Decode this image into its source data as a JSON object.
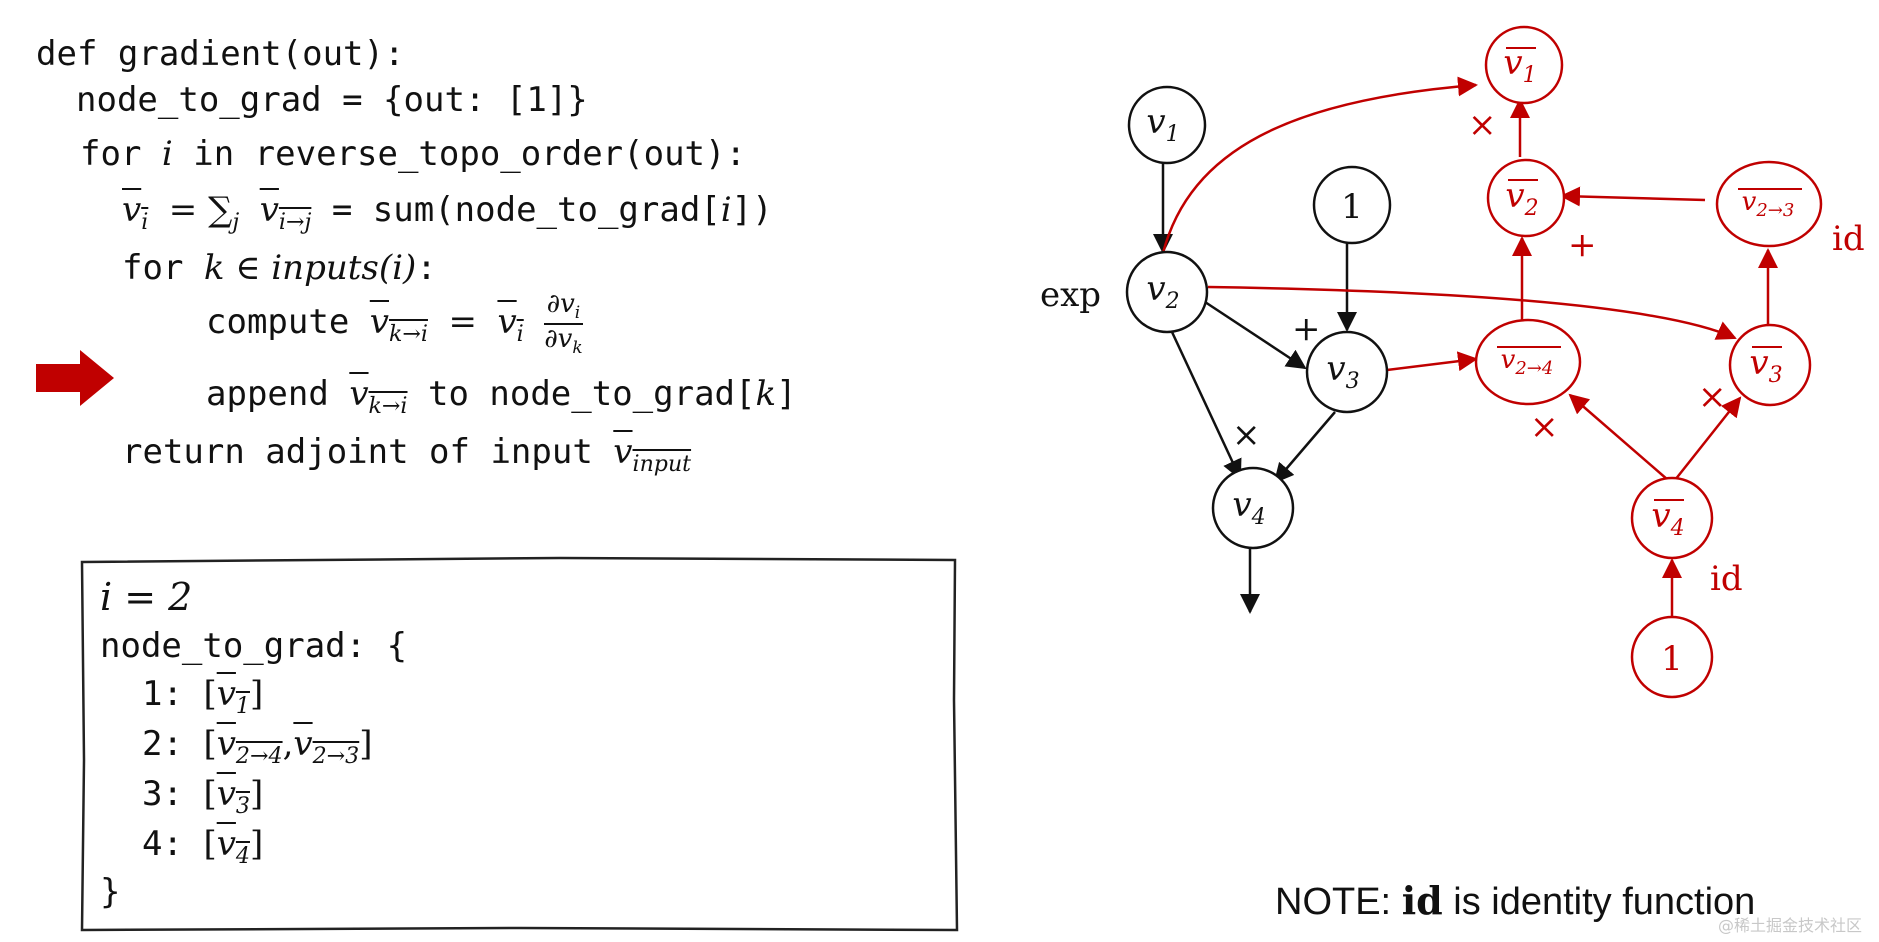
{
  "code": {
    "line1": "def gradient(out):",
    "line2": "node_to_grad = {out:  [1]}",
    "line3_kw": "for",
    "line3_var": "i",
    "line3_rest": "in reverse_topo_order(out):",
    "line4_lhs_bar": "v",
    "line4_lhs_sub": "i",
    "line4_sum": "= ∑",
    "line4_sum_sub": "j",
    "line4_term": "v",
    "line4_term_sub": "i→j",
    "line4_rest": "= sum(node_to_grad[",
    "line4_i": "i",
    "line4_end": "])",
    "line5_kw": "for",
    "line5_var": "k ∈ inputs(i)",
    "line5_colon": ":",
    "line6_kw": "compute",
    "line6_lhs": "v",
    "line6_lhs_sub": "k→i",
    "line6_eq": "=",
    "line6_v": "v",
    "line6_v_sub": "i",
    "line6_num": "∂v",
    "line6_num_sub": "i",
    "line6_den": "∂v",
    "line6_den_sub": "k",
    "line7_kw": "append",
    "line7_v": "v",
    "line7_v_sub": "k→i",
    "line7_rest": "to node_to_grad[",
    "line7_k": "k",
    "line7_end": "]",
    "line8_text": "return adjoint of input",
    "line8_v": "v",
    "line8_v_sub": "input"
  },
  "state": {
    "i_label": "i = 2",
    "ntg_label": "node_to_grad: {",
    "rows": [
      {
        "key": "1:",
        "open": "[",
        "v": "v",
        "sub": "1",
        "close": "]"
      },
      {
        "key": "2:",
        "open": "[",
        "v": "v",
        "sub": "2→4",
        "sep": ",",
        "v2": "v",
        "sub2": "2→3",
        "close": "]"
      },
      {
        "key": "3:",
        "open": "[",
        "v": "v",
        "sub": "3",
        "close": "]"
      },
      {
        "key": "4:",
        "open": "[",
        "v": "v",
        "sub": "4",
        "close": "]"
      }
    ],
    "close": "}"
  },
  "graph": {
    "forward_nodes": [
      {
        "id": "v1",
        "label": "v",
        "sub": "1"
      },
      {
        "id": "v2",
        "label": "v",
        "sub": "2"
      },
      {
        "id": "c1",
        "label": "1",
        "sub": ""
      },
      {
        "id": "v3",
        "label": "v",
        "sub": "3"
      },
      {
        "id": "v4",
        "label": "v",
        "sub": "4"
      }
    ],
    "forward_ops": {
      "exp": "exp",
      "plus": "+",
      "times": "×"
    },
    "adjoint_nodes": [
      {
        "id": "a_v1",
        "label": "v",
        "sub": "1"
      },
      {
        "id": "a_v2",
        "label": "v",
        "sub": "2"
      },
      {
        "id": "a_v23",
        "label": "v",
        "sub": "2→3"
      },
      {
        "id": "a_v24",
        "label": "v",
        "sub": "2→4"
      },
      {
        "id": "a_v3",
        "label": "v",
        "sub": "3"
      },
      {
        "id": "a_v4",
        "label": "v",
        "sub": "4"
      },
      {
        "id": "a_one",
        "label": "1",
        "sub": ""
      }
    ],
    "adjoint_ops": {
      "times_a": "×",
      "plus": "+",
      "id_a": "id",
      "times_b": "×",
      "times_c": "×",
      "id_b": "id"
    }
  },
  "note": {
    "prefix": "NOTE: ",
    "bold": "id",
    "suffix": " is identity function"
  },
  "watermark": "@稀土掘金技术社区",
  "colors": {
    "black": "#111111",
    "red": "#c00000"
  }
}
